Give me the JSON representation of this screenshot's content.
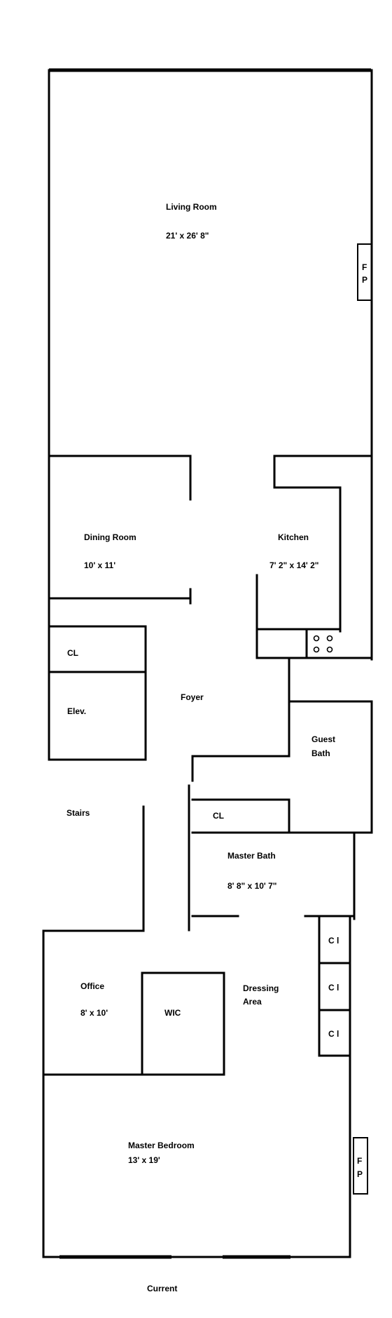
{
  "rooms": {
    "living_room": {
      "name": "Living Room",
      "dims": "21' x 26' 8\""
    },
    "dining_room": {
      "name": "Dining Room",
      "dims": "10' x 11'"
    },
    "kitchen": {
      "name": "Kitchen",
      "dims": "7' 2\" x 14' 2\""
    },
    "foyer": {
      "name": "Foyer"
    },
    "guest_bath": {
      "line1": "Guest",
      "line2": "Bath"
    },
    "master_bath": {
      "name": "Master Bath",
      "dims": "8' 8\" x 10' 7\""
    },
    "office": {
      "name": "Office",
      "dims": "8' x 10'"
    },
    "wic": {
      "name": "WIC"
    },
    "dressing_area": {
      "line1": "Dressing",
      "line2": "Area"
    },
    "master_bedroom": {
      "name": "Master Bedroom",
      "dims": "13' x 19'"
    },
    "stairs": {
      "name": "Stairs"
    },
    "elevator": {
      "name": "Elev."
    }
  },
  "closets": {
    "cl_upper": "CL",
    "cl_lower": "CL",
    "cl_right": [
      "C l",
      "C l",
      "C l"
    ]
  },
  "fireplaces": {
    "living": {
      "l1": "F",
      "l2": "P"
    },
    "bedroom": {
      "l1": "F",
      "l2": "P"
    }
  },
  "caption": "Current"
}
